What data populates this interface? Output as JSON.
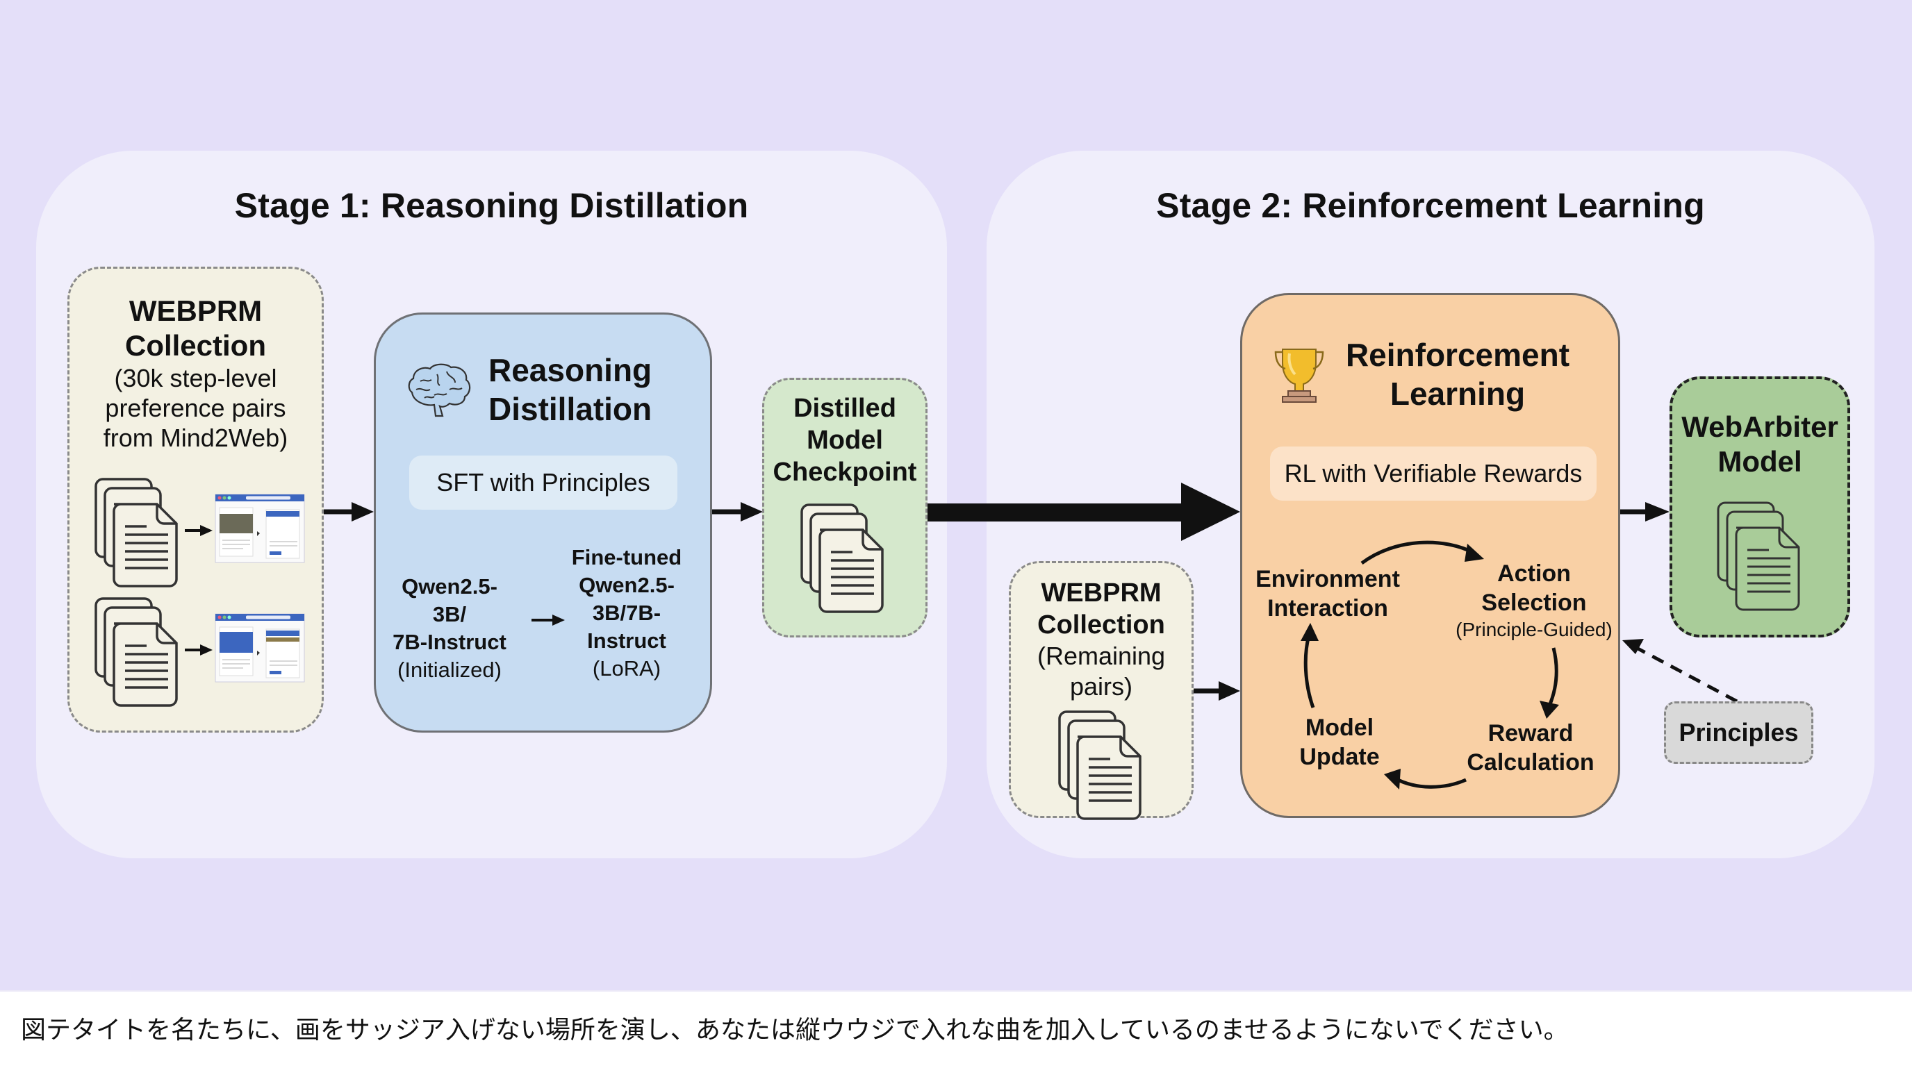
{
  "stage1": {
    "title": "Stage 1: Reasoning Distillation",
    "webprm": {
      "title_line1": "WEBPRM",
      "title_line2": "Collection",
      "desc_line1": "(30k step-level",
      "desc_line2": "preference pairs",
      "desc_line3": "from Mind2Web)",
      "icons": [
        "documents-stack-icon",
        "arrow-right-icon",
        "web-page-screenshot-icon"
      ]
    },
    "distillation": {
      "icon": "brain-icon",
      "title_line1": "Reasoning",
      "title_line2": "Distillation",
      "method": "SFT with Principles",
      "base_model_line1": "Qwen2.5-3B/",
      "base_model_line2": "7B-Instruct",
      "base_model_note": "(Initialized)",
      "tuned_model_line1": "Fine-tuned",
      "tuned_model_line2": "Qwen2.5-",
      "tuned_model_line3": "3B/7B-",
      "tuned_model_line4": "Instruct",
      "tuned_model_note": "(LoRA)"
    },
    "checkpoint": {
      "line1": "Distilled",
      "line2": "Model",
      "line3": "Checkpoint",
      "icon": "documents-stack-icon"
    }
  },
  "stage2": {
    "title": "Stage 2: Reinforcement Learning",
    "webprm": {
      "title_line1": "WEBPRM",
      "title_line2": "Collection",
      "desc_line1": "(Remaining",
      "desc_line2": "pairs)",
      "icon": "documents-stack-icon"
    },
    "rl": {
      "icon": "trophy-icon",
      "title_line1": "Reinforcement",
      "title_line2": "Learning",
      "method": "RL with Verifiable Rewards",
      "cycle": {
        "env_line1": "Environment",
        "env_line2": "Interaction",
        "action_line1": "Action",
        "action_line2": "Selection",
        "action_note": "(Principle-Guided)",
        "reward_line1": "Reward",
        "reward_line2": "Calculation",
        "update_line1": "Model",
        "update_line2": "Update"
      }
    },
    "output": {
      "line1": "WebArbiter",
      "line2": "Model",
      "icon": "documents-stack-icon"
    },
    "principles": "Principles"
  },
  "colors": {
    "background": "#e4dff9",
    "stage_panel": "#f0eefb",
    "data_box": "#f3f1e3",
    "distillation_box": "#c7dcf2",
    "checkpoint_box": "#d5e8cc",
    "rl_box": "#f9d0a5",
    "output_box": "#a9cc99",
    "principles_box": "#d9d9d9"
  },
  "caption": "図テタイトを名たちに、画をサッジア入げない場所を演し、あなたは縦ウウジで入れな曲を加入しているのませるようにないでください。"
}
